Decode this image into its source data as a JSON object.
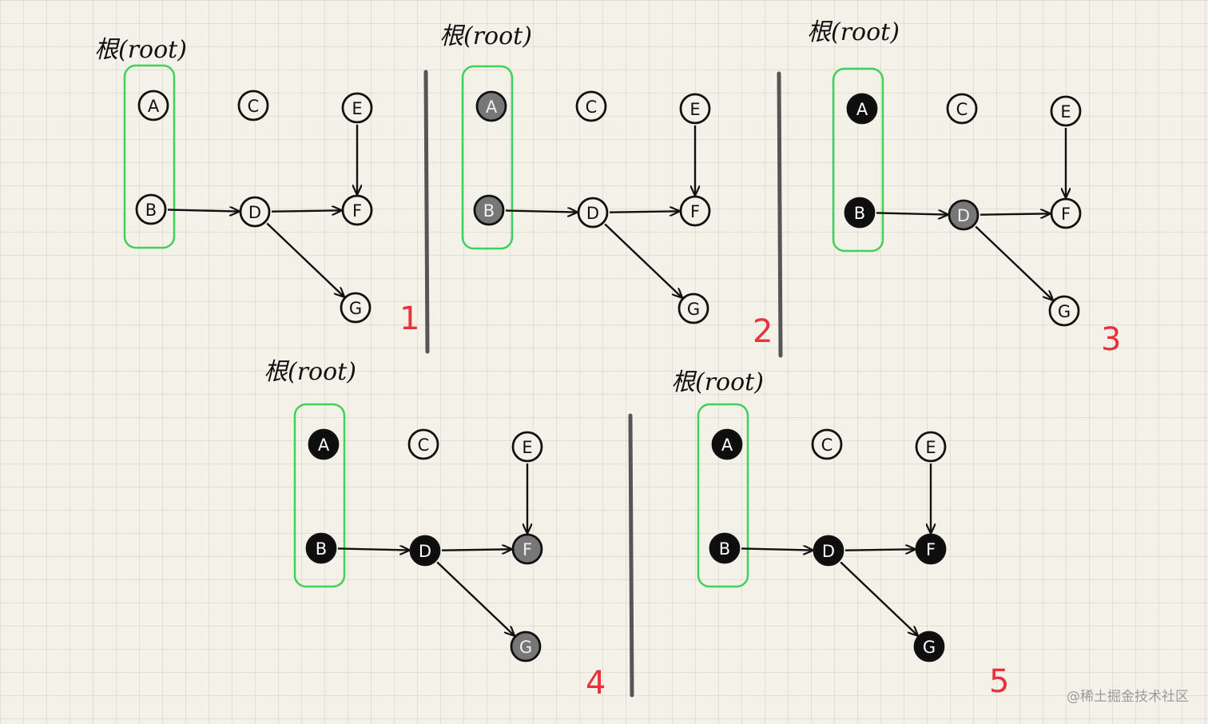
{
  "panels": [
    {
      "id": "1",
      "root_label": "根(root)",
      "step": "1",
      "states": {
        "A": "white",
        "B": "white",
        "C": "white",
        "D": "white",
        "E": "white",
        "F": "white",
        "G": "white"
      }
    },
    {
      "id": "2",
      "root_label": "根(root)",
      "step": "2",
      "states": {
        "A": "gray",
        "B": "gray",
        "C": "white",
        "D": "white",
        "E": "white",
        "F": "white",
        "G": "white"
      }
    },
    {
      "id": "3",
      "root_label": "根(root)",
      "step": "3",
      "states": {
        "A": "black",
        "B": "black",
        "C": "white",
        "D": "gray",
        "E": "white",
        "F": "white",
        "G": "white"
      }
    },
    {
      "id": "4",
      "root_label": "根(root)",
      "step": "4",
      "states": {
        "A": "black",
        "B": "black",
        "C": "white",
        "D": "black",
        "E": "white",
        "F": "gray",
        "G": "gray"
      }
    },
    {
      "id": "5",
      "root_label": "根(root)",
      "step": "5",
      "states": {
        "A": "black",
        "B": "black",
        "C": "white",
        "D": "black",
        "E": "white",
        "F": "black",
        "G": "black"
      }
    }
  ],
  "nodes": [
    "A",
    "B",
    "C",
    "D",
    "E",
    "F",
    "G"
  ],
  "edges": [
    [
      "B",
      "D"
    ],
    [
      "D",
      "F"
    ],
    [
      "E",
      "F"
    ],
    [
      "D",
      "G"
    ]
  ],
  "root_set": [
    "A",
    "B"
  ],
  "colors": {
    "white": "#f4f2e8",
    "gray": "#777777",
    "black": "#0e0e0e",
    "root_box": "#3fd15a",
    "step": "#e8323a",
    "ink": "#111111"
  },
  "watermark": "@稀土掘金技术社区"
}
